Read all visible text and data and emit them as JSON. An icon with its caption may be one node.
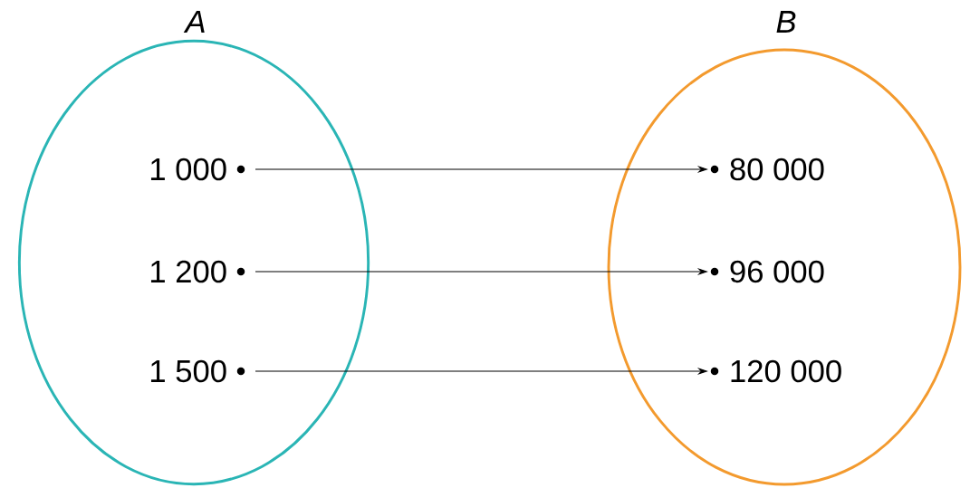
{
  "diagram": {
    "nodes": [
      {
        "text": [
          "A"
        ]
      },
      {
        "text": [
          "B"
        ]
      },
      {
        "text": [
          "1 000"
        ],
        "in": 0
      },
      {
        "text": [
          "1 200"
        ],
        "in": 0
      },
      {
        "text": [
          "1 500"
        ],
        "in": 0
      },
      {
        "text": [
          "80 000"
        ],
        "in": 1
      },
      {
        "text": [
          "96 000"
        ],
        "in": 1
      },
      {
        "text": [
          "120 000"
        ],
        "in": 1
      }
    ],
    "edges": [
      {
        "from": 2,
        "to": 5,
        "arrow": "to"
      },
      {
        "from": 3,
        "to": 6,
        "arrow": "to"
      },
      {
        "from": 4,
        "to": 7,
        "arrow": "to"
      }
    ]
  }
}
